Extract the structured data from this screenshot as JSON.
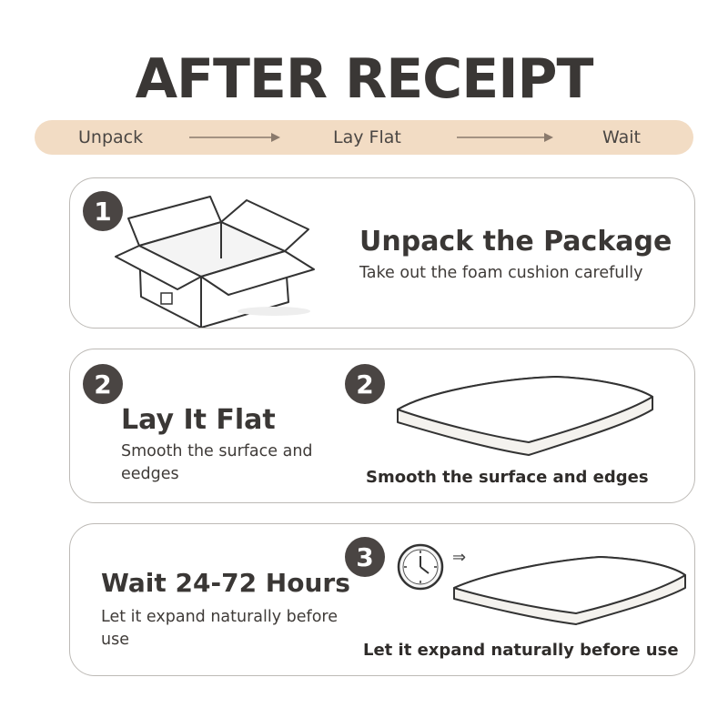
{
  "title": "AFTER RECEIPT",
  "flow": {
    "steps": [
      "Unpack",
      "Lay Flat",
      "Wait"
    ],
    "bar_color": "#f2dcc4"
  },
  "steps": [
    {
      "number": "1",
      "heading": "Unpack the Package",
      "description": "Take out the foam cushion carefully",
      "icon": "open-box-icon"
    },
    {
      "number": "2",
      "heading": "Lay It Flat",
      "description": "Smooth the surface and eedges",
      "caption_number": "2",
      "caption": "Smooth the surface and edges",
      "icon": "flat-cushion-icon"
    },
    {
      "number": "3",
      "heading": "Wait 24-72 Hours",
      "description": "Let it expand naturally before use",
      "caption": "Let it expand naturally before use",
      "icon": "clock-icon",
      "arrow": "⇒"
    }
  ],
  "colors": {
    "badge": "#4a4543",
    "text": "#3a3735",
    "card_border": "#bdbab6"
  }
}
